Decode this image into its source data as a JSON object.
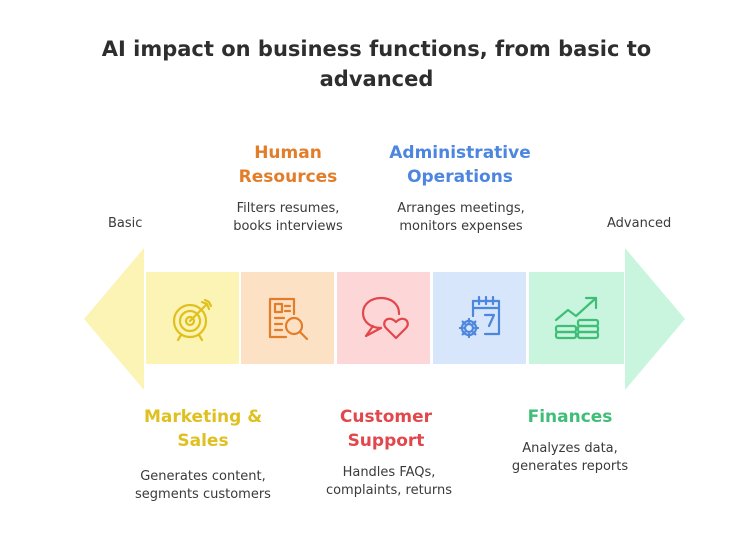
{
  "title": "AI impact on business functions, from basic to advanced",
  "scale": {
    "start_label": "Basic",
    "end_label": "Advanced"
  },
  "functions": [
    {
      "heading": "Marketing & Sales",
      "description": "Generates content, segments customers",
      "color": "#e0c020",
      "fill": "#fbf4b4",
      "icon": "target-icon"
    },
    {
      "heading": "Human Resources",
      "description": "Filters resumes, books interviews",
      "color": "#e27d2a",
      "fill": "#fde1c4",
      "icon": "resume-search-icon"
    },
    {
      "heading": "Customer Support",
      "description": "Handles FAQs, complaints, returns",
      "color": "#e2474c",
      "fill": "#fdd7d7",
      "icon": "chat-heart-icon"
    },
    {
      "heading": "Administrative Operations",
      "description": "Arranges meetings, monitors expenses",
      "color": "#4c86de",
      "fill": "#d8e6fb",
      "icon": "calendar-gear-icon"
    },
    {
      "heading": "Finances",
      "description": "Analyzes data, generates reports",
      "color": "#3fbe78",
      "fill": "#c9f5de",
      "icon": "growth-chart-icon"
    }
  ]
}
